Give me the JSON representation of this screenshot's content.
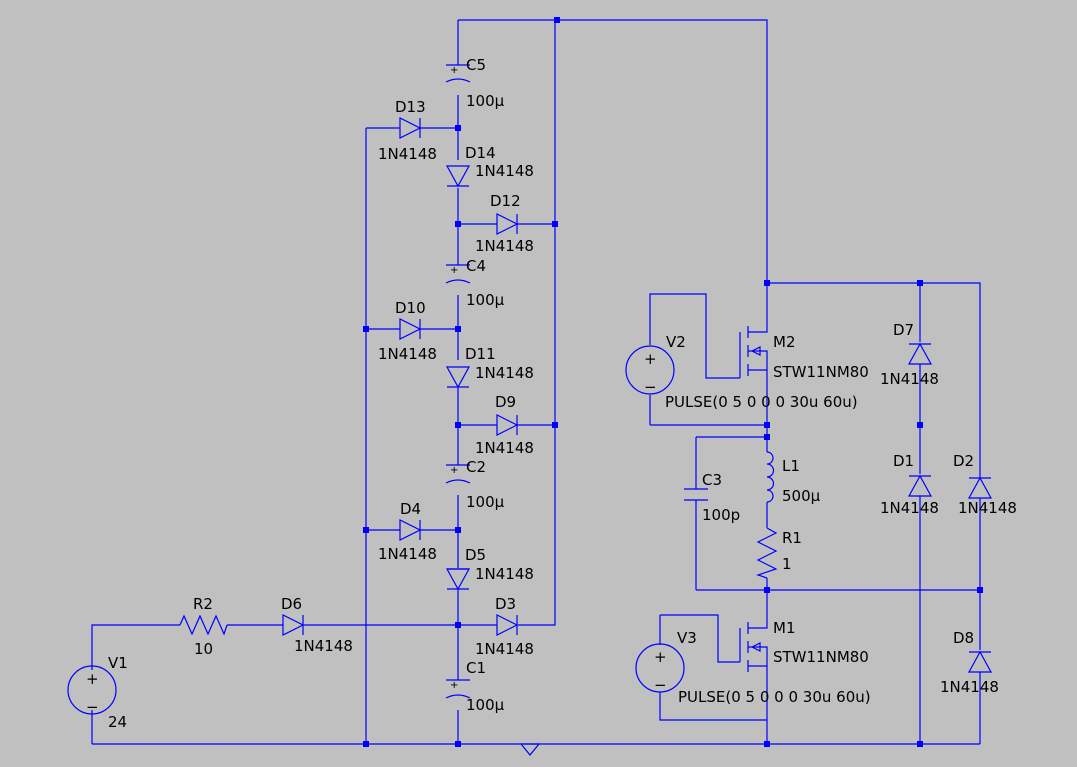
{
  "colors": {
    "background": "#c0c0c0",
    "wire": "#0000ff",
    "text": "#000000"
  },
  "components": {
    "C5": {
      "name": "C5",
      "value": "100μ"
    },
    "C4": {
      "name": "C4",
      "value": "100μ"
    },
    "C2": {
      "name": "C2",
      "value": "100μ"
    },
    "C1": {
      "name": "C1",
      "value": "100μ"
    },
    "C3": {
      "name": "C3",
      "value": "100p"
    },
    "L1": {
      "name": "L1",
      "value": "500μ"
    },
    "R1": {
      "name": "R1",
      "value": "1"
    },
    "R2": {
      "name": "R2",
      "value": "10"
    },
    "V1": {
      "name": "V1",
      "value": "24"
    },
    "V2": {
      "name": "V2",
      "value": "PULSE(0 5 0 0 0 30u 60u)"
    },
    "V3": {
      "name": "V3",
      "value": "PULSE(0 5 0 0 0 30u 60u)"
    },
    "M1": {
      "name": "M1",
      "value": "STW11NM80"
    },
    "M2": {
      "name": "M2",
      "value": "STW11NM80"
    },
    "D1": {
      "name": "D1",
      "value": "1N4148"
    },
    "D2": {
      "name": "D2",
      "value": "1N4148"
    },
    "D3": {
      "name": "D3",
      "value": "1N4148"
    },
    "D4": {
      "name": "D4",
      "value": "1N4148"
    },
    "D5": {
      "name": "D5",
      "value": "1N4148"
    },
    "D6": {
      "name": "D6",
      "value": "1N4148"
    },
    "D7": {
      "name": "D7",
      "value": "1N4148"
    },
    "D8": {
      "name": "D8",
      "value": "1N4148"
    },
    "D9": {
      "name": "D9",
      "value": "1N4148"
    },
    "D10": {
      "name": "D10",
      "value": "1N4148"
    },
    "D11": {
      "name": "D11",
      "value": "1N4148"
    },
    "D12": {
      "name": "D12",
      "value": "1N4148"
    },
    "D13": {
      "name": "D13",
      "value": "1N4148"
    },
    "D14": {
      "name": "D14",
      "value": "1N4148"
    }
  },
  "symbols": {
    "plus": "+",
    "minus": "−"
  },
  "icons": {
    "ground": "ground-triangle-icon",
    "source": "voltage-source-icon"
  }
}
